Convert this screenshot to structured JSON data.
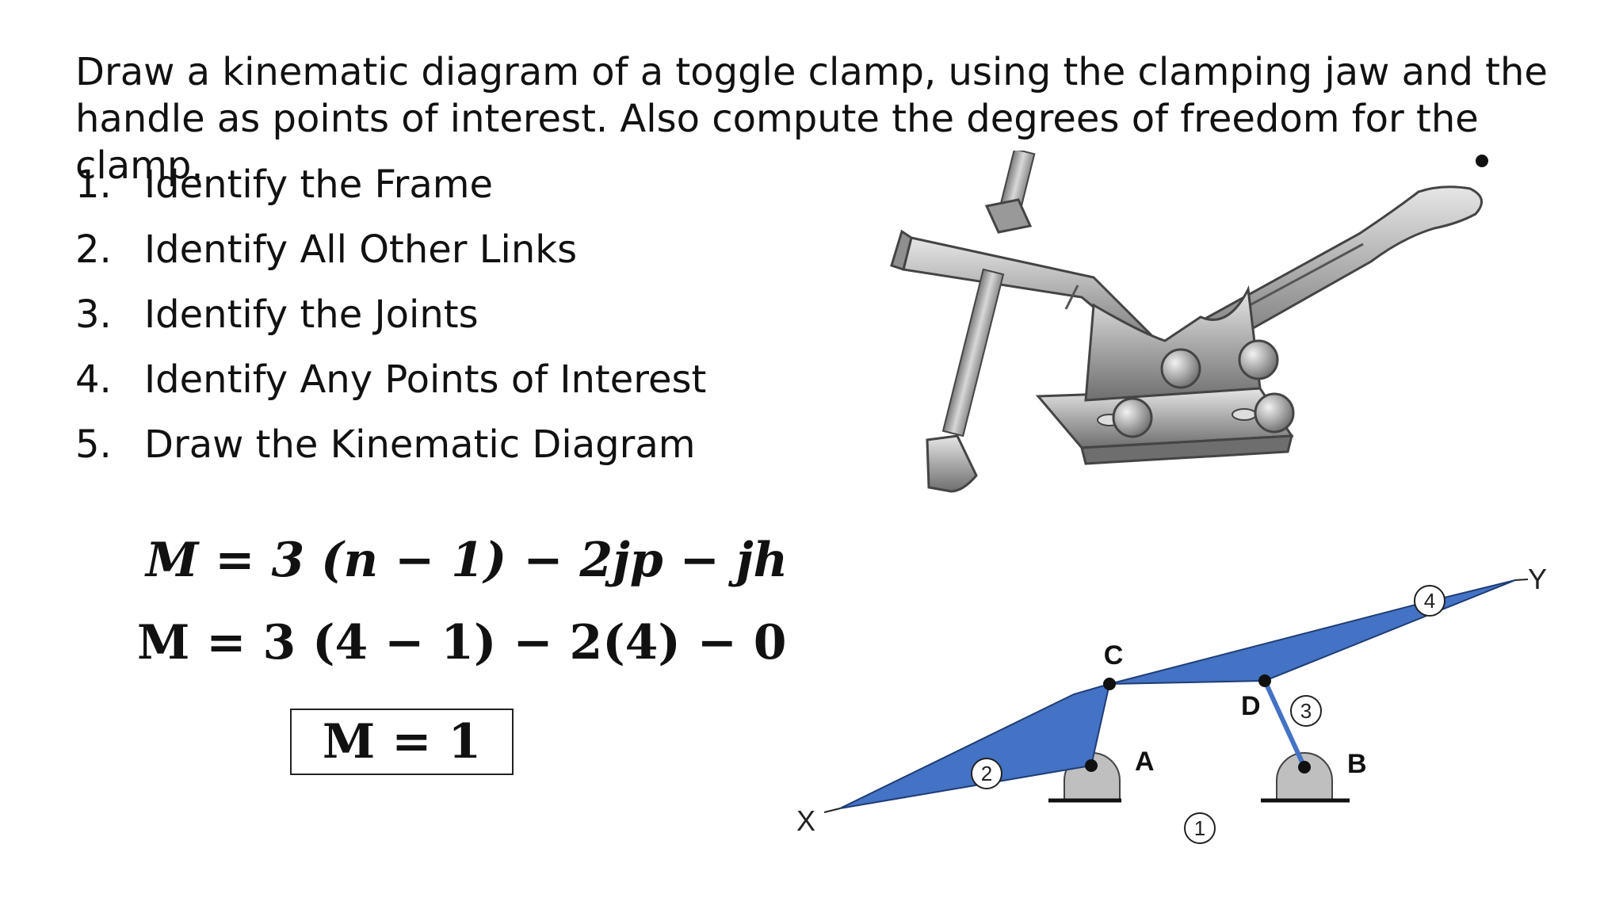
{
  "prompt": {
    "line1": "Draw a kinematic diagram of a toggle clamp, using the clamping jaw and the",
    "line2": "handle as points of interest. Also compute the degrees of freedom for the clamp."
  },
  "steps": [
    {
      "num": "1.",
      "text": "Identify the Frame"
    },
    {
      "num": "2.",
      "text": "Identify All Other Links"
    },
    {
      "num": "3.",
      "text": "Identify the Joints"
    },
    {
      "num": "4.",
      "text": "Identify Any Points of Interest"
    },
    {
      "num": "5.",
      "text": "Draw the Kinematic Diagram"
    }
  ],
  "equations": {
    "general": "M = 3 (n − 1) − 2jp − jh",
    "substituted": "M = 3 (4 − 1) − 2(4) − 0",
    "result": "M = 1"
  },
  "diagram": {
    "joints": {
      "a": "A",
      "b": "B",
      "c": "C",
      "d": "D"
    },
    "points": {
      "x": "X",
      "y": "Y"
    },
    "links": {
      "l1": "1",
      "l2": "2",
      "l3": "3",
      "l4": "4"
    },
    "colors": {
      "link_fill": "#4472C4",
      "pivot_fill": "#bfbfbf",
      "clamp_metal": "#9a9a9a"
    }
  }
}
